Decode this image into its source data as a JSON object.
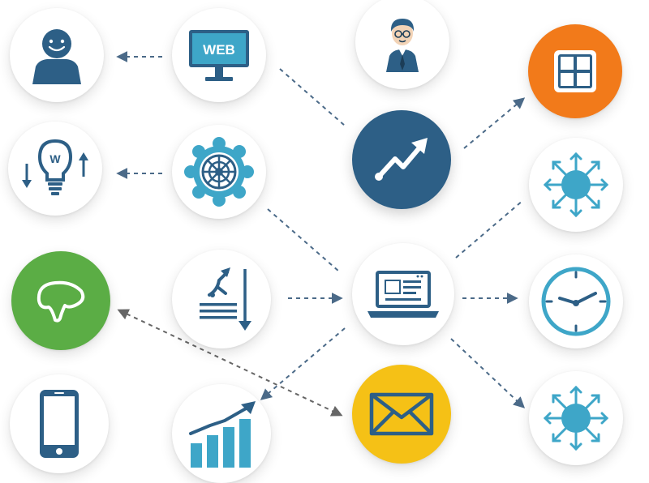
{
  "colors": {
    "primary": "#2d5f86",
    "accent_blue": "#3ea6c8",
    "green": "#5bad45",
    "orange": "#f27a1a",
    "yellow": "#f5c116",
    "connector": "#4b6a88"
  },
  "labels": {
    "web_sign": "WEB",
    "bulb_letter": "W"
  },
  "nodes": [
    {
      "id": "user",
      "icon": "person-smiling-icon"
    },
    {
      "id": "web",
      "icon": "web-monitor-icon"
    },
    {
      "id": "businessman",
      "icon": "businessman-icon"
    },
    {
      "id": "window",
      "icon": "window-grid-icon"
    },
    {
      "id": "bulb",
      "icon": "lightbulb-icon"
    },
    {
      "id": "gear",
      "icon": "gear-wheel-icon"
    },
    {
      "id": "growth",
      "icon": "trend-up-icon"
    },
    {
      "id": "network-top",
      "icon": "network-burst-icon"
    },
    {
      "id": "leaf",
      "icon": "leaf-icon"
    },
    {
      "id": "sort",
      "icon": "sort-arrows-icon"
    },
    {
      "id": "laptop",
      "icon": "laptop-icon"
    },
    {
      "id": "clock",
      "icon": "clock-icon"
    },
    {
      "id": "phone",
      "icon": "smartphone-icon"
    },
    {
      "id": "bars",
      "icon": "bar-chart-icon"
    },
    {
      "id": "mail",
      "icon": "envelope-icon"
    },
    {
      "id": "network-bottom",
      "icon": "network-burst-icon"
    }
  ]
}
